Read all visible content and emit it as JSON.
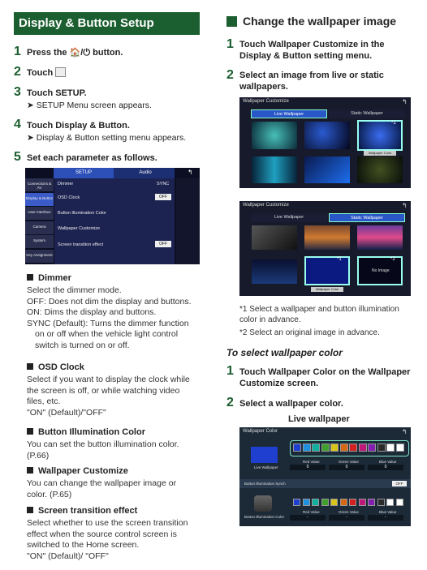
{
  "left": {
    "header": "Display & Button Setup",
    "steps": [
      {
        "n": "1",
        "pre": "Press the",
        "post": "button."
      },
      {
        "n": "2",
        "text": "Touch"
      },
      {
        "n": "3",
        "text": "Touch SETUP.",
        "sub": "➤ SETUP Menu screen appears."
      },
      {
        "n": "4",
        "text": "Touch Display & Button.",
        "sub": "➤ Display & Button setting menu appears."
      },
      {
        "n": "5",
        "text": "Set each parameter as follows."
      }
    ],
    "icon_glyph": "🏠/⏻",
    "setup_screen": {
      "tab_setup": "SETUP",
      "tab_audio": "Audio",
      "back": "↰",
      "side": [
        "Connections & AV",
        "Display & Button",
        "User Interface",
        "Camera",
        "System",
        "Key Assignment"
      ],
      "rows": [
        {
          "label": "Dimmer",
          "value": "SYNC"
        },
        {
          "label": "OSD Clock",
          "value": "OFF"
        },
        {
          "label": "Button Illumination Color",
          "value": ""
        },
        {
          "label": "Wallpaper Customize",
          "value": ""
        },
        {
          "label": "Screen transition effect",
          "value": "OFF"
        }
      ]
    },
    "sections": [
      {
        "title": "Dimmer",
        "lines": [
          "Select the dimmer mode.",
          "OFF: Does not dim the display and buttons.",
          "ON: Dims the display and buttons.",
          "SYNC (Default): Turns the dimmer function",
          "on or off when the vehicle light control",
          "switch is turned on or off."
        ]
      },
      {
        "title": "OSD Clock",
        "lines": [
          "Select if you want to display the clock while",
          "the screen is off, or while watching video",
          "files, etc.",
          "\"ON\" (Default)/\"OFF\""
        ]
      },
      {
        "title": "Button Illumination Color",
        "lines": [
          "You can set the button illumination color.",
          "(P.66)"
        ]
      },
      {
        "title": "Wallpaper Customize",
        "lines": [
          "You can change the wallpaper image or",
          "color. (P.65)"
        ]
      },
      {
        "title": "Screen transition effect",
        "lines": [
          "Select whether to use the screen transition",
          "effect when the source control screen is",
          "switched to the Home screen.",
          "\"ON\" (Default)/ \"OFF\""
        ]
      }
    ]
  },
  "right": {
    "header": "Change the wallpaper image",
    "steps": [
      {
        "n": "1",
        "text": "Touch Wallpaper Customize in the Display & Button setting menu."
      },
      {
        "n": "2",
        "text": "Select an image from live or static wallpapers."
      }
    ],
    "wall1": {
      "title": "Wallpaper Customize",
      "tab1": "Live Wallpaper",
      "tab2": "Static Wallpaper",
      "caption": "Wallpaper Color",
      "mark": "*1"
    },
    "wall2": {
      "title": "Wallpaper Customize",
      "tab1": "Live Wallpaper",
      "tab2": "Static Wallpaper",
      "caption": "Wallpaper Color",
      "mark1": "*1",
      "mark2": "*2",
      "noimage": "No Image"
    },
    "notes": [
      "*1 Select a wallpaper and button illumination color in advance.",
      "*2 Select an original image in advance."
    ],
    "subhead": "To select wallpaper color",
    "steps2": [
      {
        "n": "1",
        "text": "Touch Wallpaper Color on the Wallpaper Customize screen."
      },
      {
        "n": "2",
        "text": "Select a wallpaper color."
      }
    ],
    "live_label": "Live wallpaper",
    "color_screen": {
      "title": "Wallpaper Color",
      "live": "Live Wallpaper",
      "red": "Red Value",
      "green": "Green Value",
      "blue": "Blue Value",
      "zero": "0",
      "sync": "Button Illumination Synch",
      "off": "OFF",
      "btn_label": "Button Illumination Color",
      "dash": "--"
    },
    "swatches": [
      "#1e3fd0",
      "#1f8fe0",
      "#0fb0a0",
      "#3fa02c",
      "#d8c51c",
      "#d46814",
      "#d42020",
      "#c0187a",
      "#8420b0",
      "#2a2a2a",
      "#ffffff",
      "#ffffff"
    ]
  }
}
